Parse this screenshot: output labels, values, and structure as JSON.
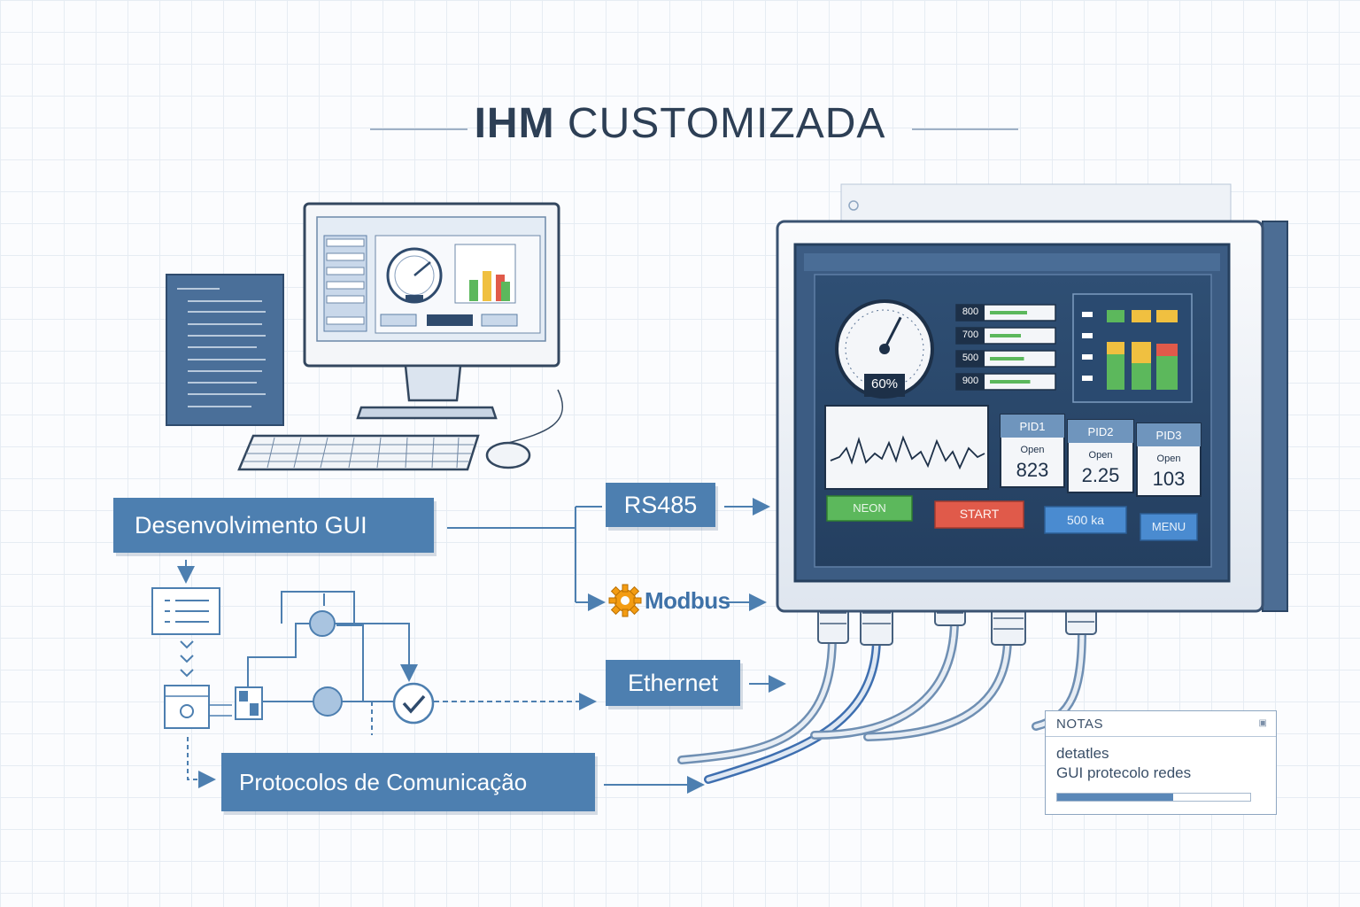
{
  "title": {
    "bold": "IHM",
    "rest": " CUSTOMIZADA"
  },
  "colors": {
    "box_fill": "#4d7fb0",
    "accent_line": "#4d7fb0",
    "ink": "#2d3f55",
    "start_red": "#e05a4a",
    "neon_green": "#5cb85c",
    "modbus_gear": "#f39c12"
  },
  "process": {
    "gui_box": "Desenvolvimento GUI",
    "protocols_box": "Protocolos de Comunicação"
  },
  "protocols": {
    "rs485": "RS485",
    "modbus": "Modbus",
    "ethernet": "Ethernet"
  },
  "hmi": {
    "gauge_readout": "60%",
    "gauge_level_percent": 60,
    "setpoint_fields": [
      {
        "label": "800",
        "fill_percent": 60
      },
      {
        "label": "700",
        "fill_percent": 50
      },
      {
        "label": "500",
        "fill_percent": 55
      },
      {
        "label": "900",
        "fill_percent": 65
      }
    ],
    "pid_cards": [
      {
        "title": "PID1",
        "label": "Open",
        "value": "823"
      },
      {
        "title": "PID2",
        "label": "Open",
        "value": "2.25"
      },
      {
        "title": "PID3",
        "label": "Open",
        "value": "103"
      }
    ],
    "buttons": {
      "neon": "NEON",
      "start": "START",
      "speed": "500 ka",
      "menu": "MENU"
    }
  },
  "notes": {
    "header": "NOTAS",
    "line1": "detatles",
    "line2": "GUI protecolo redes",
    "progress_fraction": 0.6
  },
  "icons": [
    "gear-icon",
    "list-icon",
    "check-icon",
    "chevron-down-icon",
    "arrow-right-icon",
    "close-icon"
  ]
}
